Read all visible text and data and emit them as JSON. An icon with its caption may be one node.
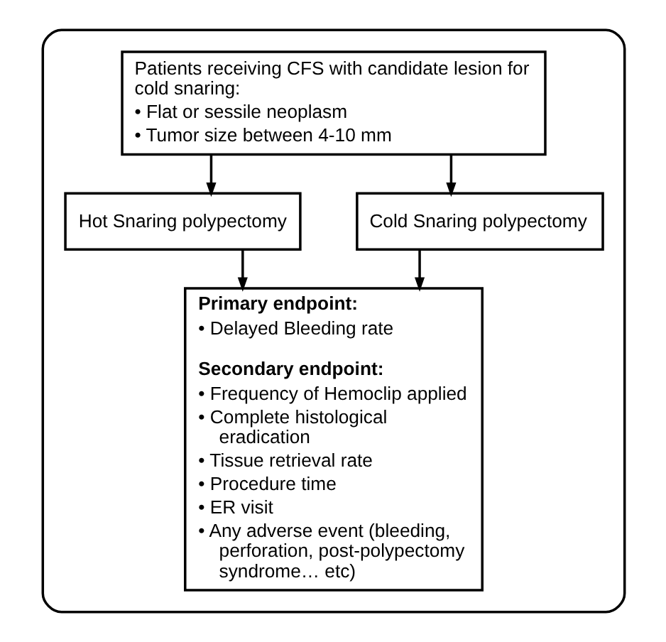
{
  "diagram": {
    "nodes": [
      {
        "text": [],
        "shape": "box"
      },
      {
        "text": [
          "Patients receiving CFS with candidate lesion for cold snaring:",
          "• Flat or sessile neoplasm",
          "• Tumor size between 4-10 mm"
        ],
        "in": 0
      },
      {
        "text": [
          "Hot Snaring polypectomy"
        ],
        "in": 0
      },
      {
        "text": [
          "Cold Snaring polypectomy"
        ],
        "in": 0
      },
      {
        "text": [
          "Primary endpoint:",
          "• Delayed Bleeding rate",
          "Secondary endpoint:",
          "• Frequency of Hemoclip applied",
          "• Complete histological eradication",
          "• Tissue retrieval rate",
          "• Procedure time",
          "• ER visit",
          "• Any adverse event (bleeding, perforation, post-polypectomy syndrome… etc)"
        ],
        "in": 0
      }
    ],
    "edges": [
      {
        "from": 1,
        "to": 2,
        "arrow": "to"
      },
      {
        "from": 1,
        "to": 3,
        "arrow": "to"
      },
      {
        "from": 2,
        "to": 4,
        "arrow": "to"
      },
      {
        "from": 3,
        "to": 4,
        "arrow": "to"
      }
    ]
  }
}
